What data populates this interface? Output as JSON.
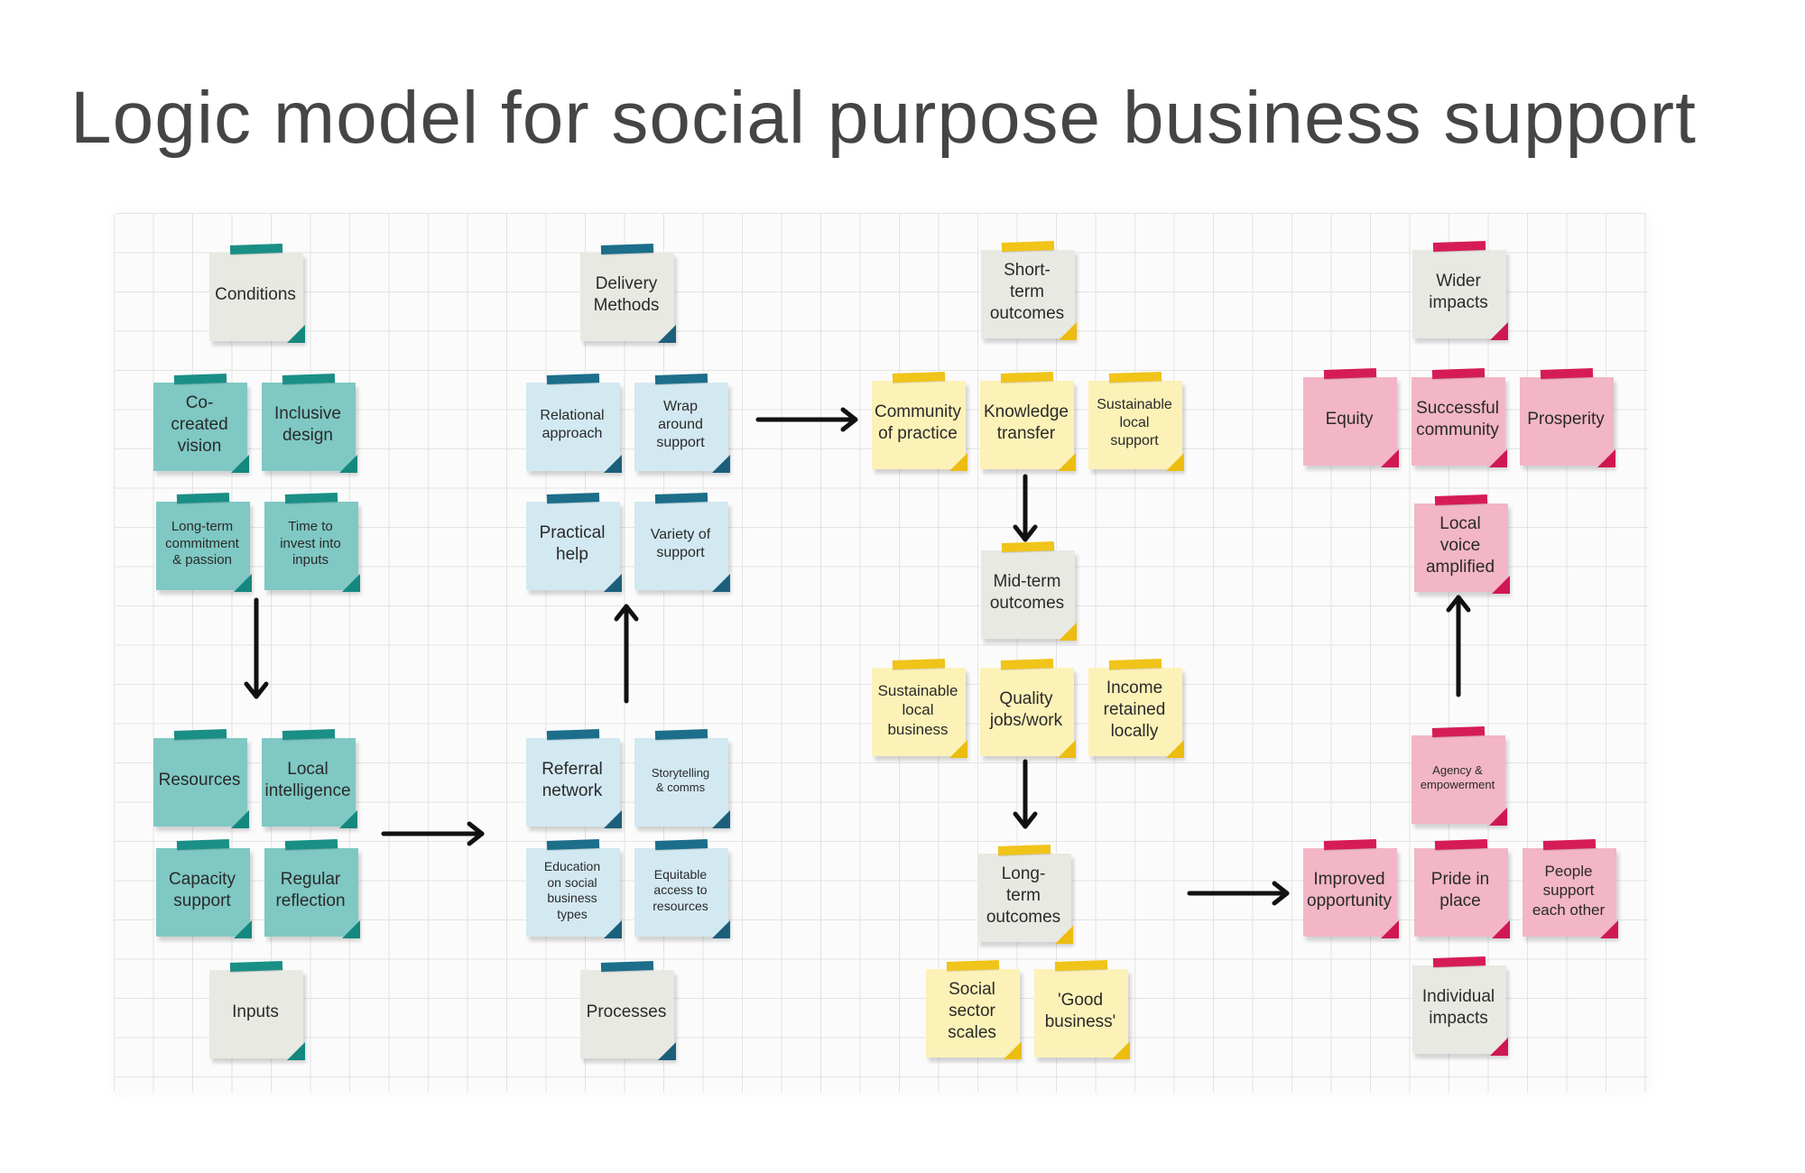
{
  "title": "Logic model for social purpose business support",
  "palette": {
    "teal": {
      "body": "#7fc8c3",
      "tape": "#1a8f86",
      "fold": "#14877e"
    },
    "blue": {
      "body": "#d3e9f2",
      "tape": "#1c6e8a",
      "fold": "#1b5f7b"
    },
    "yellow": {
      "body": "#fcf2b8",
      "tape": "#f0c418",
      "fold": "#ecbc10"
    },
    "pink": {
      "body": "#f2b6c6",
      "tape": "#d61c56",
      "fold": "#cf1852"
    },
    "gray": {
      "body": "#e9e9e3"
    }
  },
  "notes": {
    "conditions": {
      "label": "Conditions",
      "color": "teal",
      "header": true
    },
    "co_created": {
      "label": "Co-created\nvision",
      "color": "teal"
    },
    "inclusive": {
      "label": "Inclusive\ndesign",
      "color": "teal"
    },
    "long_term_commit": {
      "label": "Long-term\ncommitment\n& passion",
      "color": "teal"
    },
    "time_invest": {
      "label": "Time to\ninvest into\ninputs",
      "color": "teal"
    },
    "resources": {
      "label": "Resources",
      "color": "teal"
    },
    "local_intel": {
      "label": "Local\nintelligence",
      "color": "teal"
    },
    "capacity": {
      "label": "Capacity\nsupport",
      "color": "teal"
    },
    "regular": {
      "label": "Regular\nreflection",
      "color": "teal"
    },
    "inputs": {
      "label": "Inputs",
      "color": "teal",
      "header": true
    },
    "delivery": {
      "label": "Delivery\nMethods",
      "color": "blue",
      "header": true
    },
    "relational": {
      "label": "Relational\napproach",
      "color": "blue"
    },
    "wrap": {
      "label": "Wrap\naround\nsupport",
      "color": "blue"
    },
    "practical": {
      "label": "Practical\nhelp",
      "color": "blue"
    },
    "variety": {
      "label": "Variety of\nsupport",
      "color": "blue"
    },
    "referral": {
      "label": "Referral\nnetwork",
      "color": "blue"
    },
    "storytelling": {
      "label": "Storytelling\n& comms",
      "color": "blue"
    },
    "education": {
      "label": "Education\non social\nbusiness\ntypes",
      "color": "blue"
    },
    "equitable": {
      "label": "Equitable\naccess to\nresources",
      "color": "blue"
    },
    "processes": {
      "label": "Processes",
      "color": "blue",
      "header": true
    },
    "short_term": {
      "label": "Short-term\noutcomes",
      "color": "yellow",
      "header": true
    },
    "community_prac": {
      "label": "Community\nof practice",
      "color": "yellow"
    },
    "knowledge": {
      "label": "Knowledge\ntransfer",
      "color": "yellow"
    },
    "sust_support": {
      "label": "Sustainable\nlocal\nsupport",
      "color": "yellow"
    },
    "mid_term": {
      "label": "Mid-term\noutcomes",
      "color": "yellow",
      "header": true
    },
    "sust_business": {
      "label": "Sustainable\nlocal\nbusiness",
      "color": "yellow"
    },
    "quality": {
      "label": "Quality\njobs/work",
      "color": "yellow"
    },
    "income": {
      "label": "Income\nretained\nlocally",
      "color": "yellow"
    },
    "long_term": {
      "label": "Long-term\noutcomes",
      "color": "yellow",
      "header": true
    },
    "social_sector": {
      "label": "Social\nsector\nscales",
      "color": "yellow"
    },
    "good_business": {
      "label": "'Good\nbusiness'",
      "color": "yellow"
    },
    "wider": {
      "label": "Wider\nimpacts",
      "color": "pink",
      "header": true
    },
    "equity": {
      "label": "Equity",
      "color": "pink"
    },
    "successful": {
      "label": "Successful\ncommunity",
      "color": "pink"
    },
    "prosperity": {
      "label": "Prosperity",
      "color": "pink"
    },
    "local_voice": {
      "label": "Local voice\namplified",
      "color": "pink"
    },
    "agency": {
      "label": "Agency &\nempowerment",
      "color": "pink"
    },
    "improved": {
      "label": "Improved\nopportunity",
      "color": "pink"
    },
    "pride": {
      "label": "Pride in\nplace",
      "color": "pink"
    },
    "people_support": {
      "label": "People\nsupport\neach other",
      "color": "pink"
    },
    "individual": {
      "label": "Individual\nimpacts",
      "color": "pink",
      "header": true
    }
  },
  "arrows": [
    {
      "name": "arrow-conditions-to-inputs",
      "dir": "down"
    },
    {
      "name": "arrow-inputs-to-processes",
      "dir": "right"
    },
    {
      "name": "arrow-processes-to-delivery",
      "dir": "up"
    },
    {
      "name": "arrow-delivery-to-short-term",
      "dir": "right"
    },
    {
      "name": "arrow-short-to-mid-term",
      "dir": "down"
    },
    {
      "name": "arrow-mid-to-long-term",
      "dir": "down"
    },
    {
      "name": "arrow-long-term-to-individual",
      "dir": "right"
    },
    {
      "name": "arrow-individual-to-wider",
      "dir": "up"
    }
  ]
}
